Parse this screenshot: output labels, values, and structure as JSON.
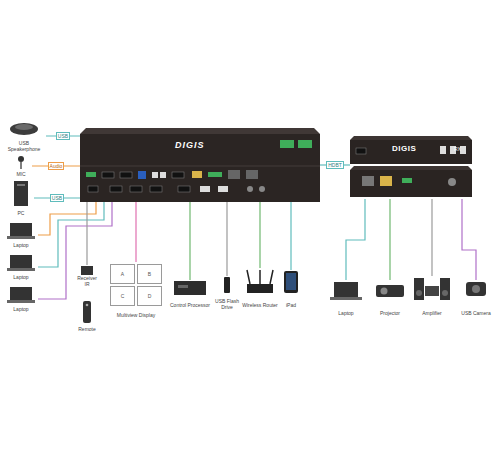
{
  "diagram": {
    "nodes": [
      {
        "text": [
          "USB Speakerphone"
        ]
      },
      {
        "text": [
          "MIC"
        ]
      },
      {
        "text": [
          "PC"
        ]
      },
      {
        "text": [
          "Laptop"
        ]
      },
      {
        "text": [
          "Laptop"
        ]
      },
      {
        "text": [
          "Laptop"
        ]
      },
      {
        "text": [
          "DIGIS"
        ]
      },
      {
        "text": [
          "DIGIS",
          "RX"
        ]
      },
      {
        "text": [
          "Receiver IR"
        ]
      },
      {
        "text": [
          "Remote"
        ]
      },
      {
        "text": [
          "Multiview Display"
        ]
      },
      {
        "text": [
          "A"
        ],
        "in": 10
      },
      {
        "text": [
          "B"
        ],
        "in": 10
      },
      {
        "text": [
          "C"
        ],
        "in": 10
      },
      {
        "text": [
          "D"
        ],
        "in": 10
      },
      {
        "text": [
          "Control Processor"
        ]
      },
      {
        "text": [
          "USB Flash Drive"
        ]
      },
      {
        "text": [
          "Wireless Router"
        ]
      },
      {
        "text": [
          "iPad"
        ]
      },
      {
        "text": [
          "Laptop"
        ]
      },
      {
        "text": [
          "Projector"
        ]
      },
      {
        "text": [
          "Amplifier"
        ]
      },
      {
        "text": [
          "USB Camera"
        ]
      }
    ],
    "edges": [
      {
        "from": 0,
        "to": 6,
        "arrow": "none",
        "label": "USB"
      },
      {
        "from": 1,
        "to": 6,
        "arrow": "none",
        "label": "Audio"
      },
      {
        "from": 2,
        "to": 6,
        "arrow": "none",
        "label": "USB"
      },
      {
        "from": 3,
        "to": 6,
        "arrow": "none"
      },
      {
        "from": 4,
        "to": 6,
        "arrow": "none"
      },
      {
        "from": 5,
        "to": 6,
        "arrow": "none"
      },
      {
        "from": 6,
        "to": 7,
        "arrow": "none",
        "label": "HDBT"
      },
      {
        "from": 8,
        "to": 6,
        "arrow": "none"
      },
      {
        "from": 10,
        "to": 6,
        "arrow": "none"
      },
      {
        "from": 15,
        "to": 6,
        "arrow": "none"
      },
      {
        "from": 16,
        "to": 6,
        "arrow": "none"
      },
      {
        "from": 17,
        "to": 6,
        "arrow": "none"
      },
      {
        "from": 18,
        "to": 6,
        "arrow": "none"
      },
      {
        "from": 19,
        "to": 7,
        "arrow": "none"
      },
      {
        "from": 20,
        "to": 7,
        "arrow": "none"
      },
      {
        "from": 21,
        "to": 7,
        "arrow": "none"
      },
      {
        "from": 22,
        "to": 7,
        "arrow": "none"
      }
    ]
  }
}
